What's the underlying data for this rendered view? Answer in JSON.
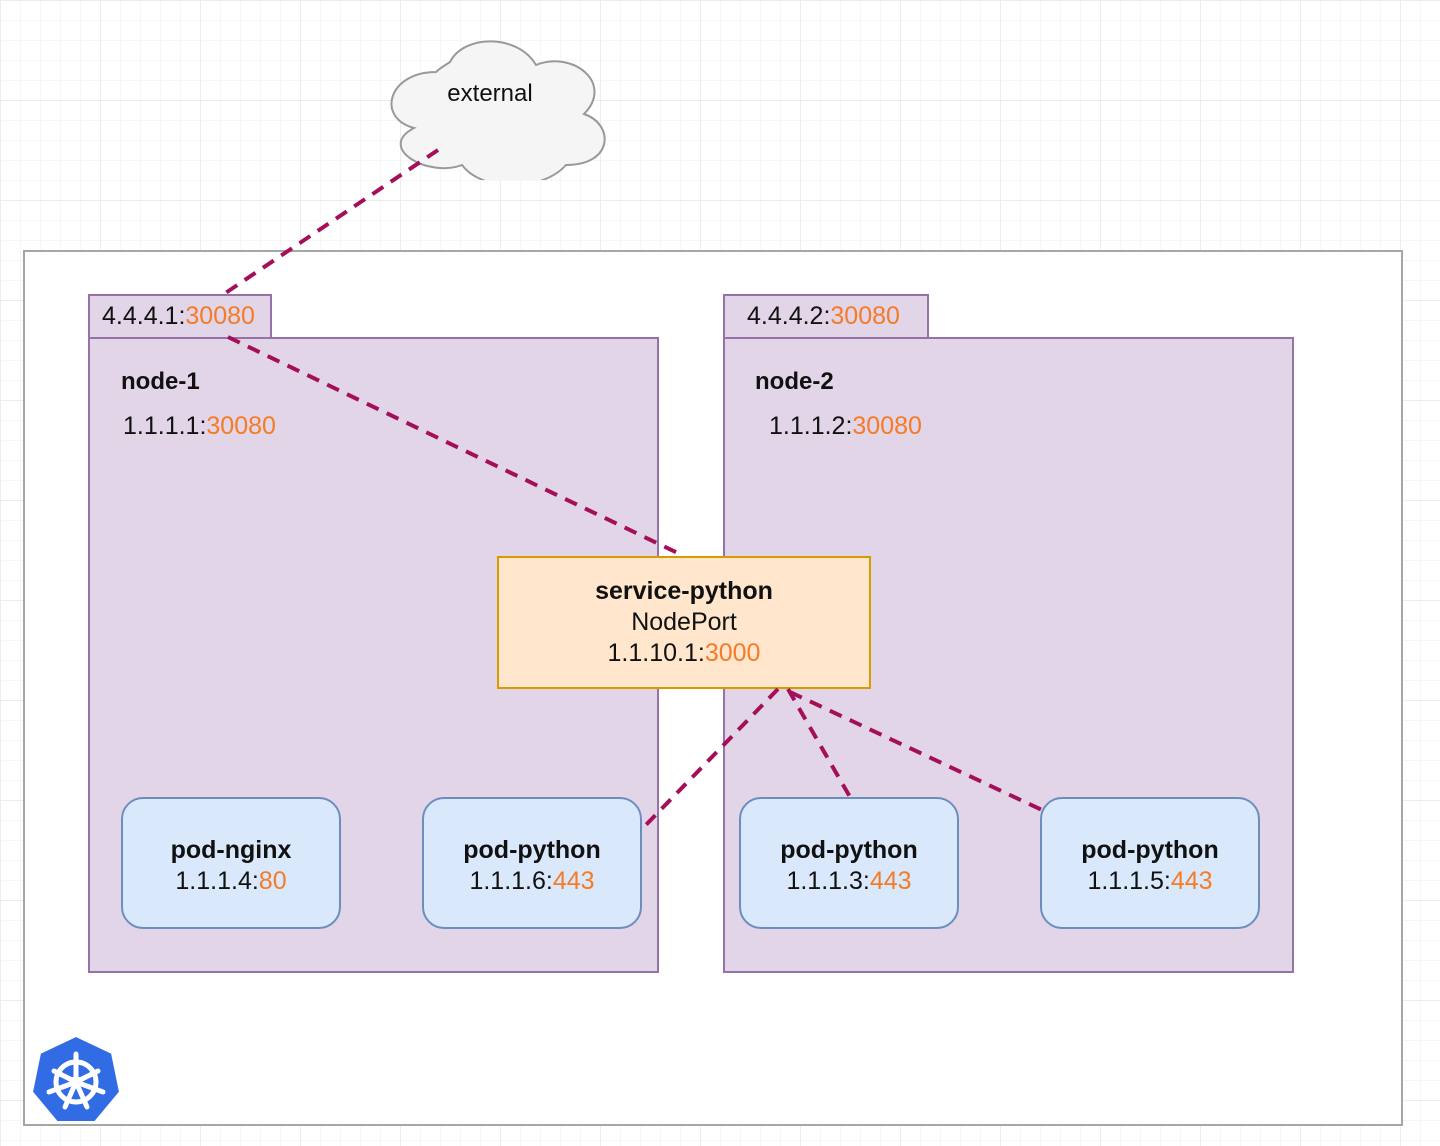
{
  "external": {
    "label": "external"
  },
  "nodes": [
    {
      "title": "node-1",
      "ext_ip": "4.4.4.1:",
      "ext_port": "30080",
      "int_ip": "1.1.1.1:",
      "int_port": "30080"
    },
    {
      "title": "node-2",
      "ext_ip": "4.4.4.2:",
      "ext_port": "30080",
      "int_ip": "1.1.1.2:",
      "int_port": "30080"
    }
  ],
  "service": {
    "name": "service-python",
    "type": "NodePort",
    "ip": "1.1.10.1:",
    "port": "3000"
  },
  "pods": [
    {
      "name": "pod-nginx",
      "ip": "1.1.1.4:",
      "port": "80"
    },
    {
      "name": "pod-python",
      "ip": "1.1.1.6:",
      "port": "443"
    },
    {
      "name": "pod-python",
      "ip": "1.1.1.3:",
      "port": "443"
    },
    {
      "name": "pod-python",
      "ip": "1.1.1.5:",
      "port": "443"
    }
  ],
  "colors": {
    "node_fill": "#e1d5e7",
    "node_border": "#9673a6",
    "pod_fill": "#dae8fc",
    "pod_border": "#6c8ebf",
    "service_fill": "#ffe6cc",
    "service_border": "#d79b00",
    "port_text": "#f57b26",
    "connector": "#a50f5a",
    "kubernetes_blue": "#326ce5"
  },
  "logo": {
    "icon": "kubernetes-helm-icon"
  }
}
